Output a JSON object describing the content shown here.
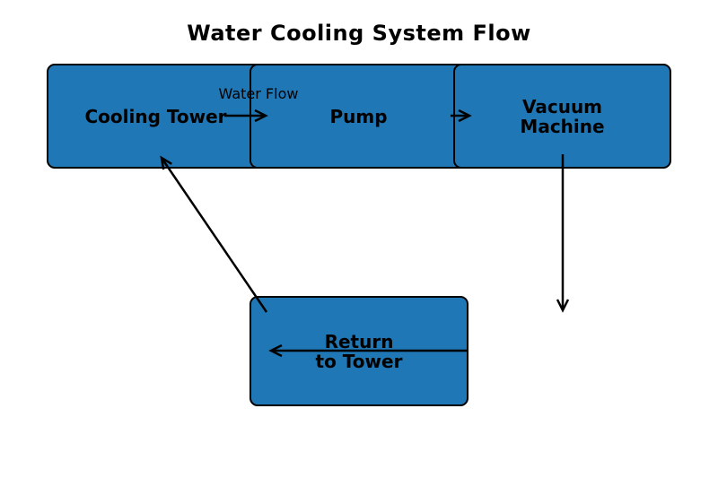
{
  "title": "Water Cooling System Flow",
  "flow_label": "Water Flow",
  "nodes": {
    "cooling_tower": {
      "label": "Cooling Tower"
    },
    "pump": {
      "label": "Pump"
    },
    "vacuum_machine": {
      "line1": "Vacuum",
      "line2": "Machine"
    },
    "return_to_tower": {
      "line1": "Return",
      "line2": "to Tower"
    }
  },
  "edges": [
    {
      "from": "cooling_tower",
      "to": "pump",
      "label": "Water Flow"
    },
    {
      "from": "pump",
      "to": "vacuum_machine",
      "label": ""
    },
    {
      "from": "vacuum_machine",
      "to": "outlet_down",
      "label": ""
    },
    {
      "from": "return_to_tower",
      "to": "cooling_tower",
      "label": ""
    },
    {
      "from": "return_inlet_right",
      "to": "return_to_tower",
      "label": ""
    }
  ],
  "colors": {
    "node_fill": "#2077b5",
    "node_border": "#000000",
    "arrow": "#000000",
    "background": "#ffffff",
    "text": "#000000"
  }
}
